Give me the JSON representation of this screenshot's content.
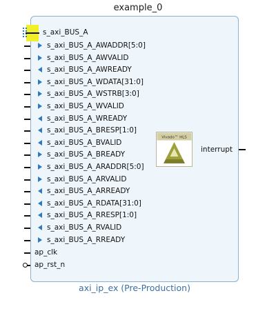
{
  "instance_name": "example_0",
  "ip_name": "axi_ip_ex (Pre-Production)",
  "logo_text": "Vivado™ HLS",
  "bus": {
    "label": "s_axi_BUS_A"
  },
  "pins": [
    {
      "label": "s_axi_BUS_A_AWADDR[5:0]",
      "dir": "in"
    },
    {
      "label": "s_axi_BUS_A_AWVALID",
      "dir": "in"
    },
    {
      "label": "s_axi_BUS_A_AWREADY",
      "dir": "out"
    },
    {
      "label": "s_axi_BUS_A_WDATA[31:0]",
      "dir": "in"
    },
    {
      "label": "s_axi_BUS_A_WSTRB[3:0]",
      "dir": "in"
    },
    {
      "label": "s_axi_BUS_A_WVALID",
      "dir": "in"
    },
    {
      "label": "s_axi_BUS_A_WREADY",
      "dir": "out"
    },
    {
      "label": "s_axi_BUS_A_BRESP[1:0]",
      "dir": "out"
    },
    {
      "label": "s_axi_BUS_A_BVALID",
      "dir": "out"
    },
    {
      "label": "s_axi_BUS_A_BREADY",
      "dir": "in"
    },
    {
      "label": "s_axi_BUS_A_ARADDR[5:0]",
      "dir": "in"
    },
    {
      "label": "s_axi_BUS_A_ARVALID",
      "dir": "in"
    },
    {
      "label": "s_axi_BUS_A_ARREADY",
      "dir": "out"
    },
    {
      "label": "s_axi_BUS_A_RDATA[31:0]",
      "dir": "out"
    },
    {
      "label": "s_axi_BUS_A_RRESP[1:0]",
      "dir": "out"
    },
    {
      "label": "s_axi_BUS_A_RVALID",
      "dir": "out"
    },
    {
      "label": "s_axi_BUS_A_RREADY",
      "dir": "in"
    }
  ],
  "clock_pin": {
    "label": "ap_clk"
  },
  "reset_pin": {
    "label": "ap_rst_n"
  },
  "output_pin": {
    "label": "interrupt"
  },
  "colors": {
    "block_fill": "#eef5fb",
    "block_border": "#8ab0d2",
    "arrow": "#2f79c4",
    "highlight": "#f0f02a",
    "ip_name": "#3a6fa6"
  }
}
